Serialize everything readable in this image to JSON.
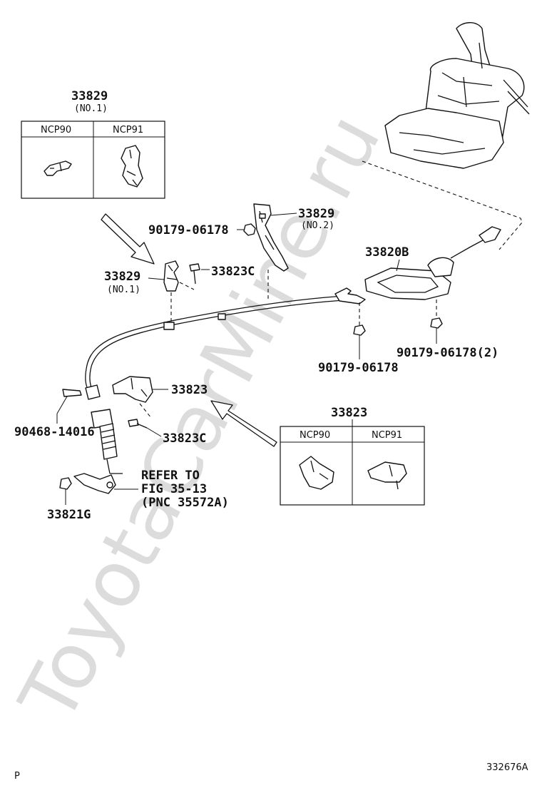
{
  "watermark": "ToyotaCarMine.ru",
  "labels": {
    "p33829_top": "33829",
    "p33829_top_sub": "(NO.1)",
    "p33829_no2": "33829",
    "p33829_no2_sub": "(NO.2)",
    "p90179_upper": "90179-06178",
    "p33820b": "33820B",
    "p33829_mid": "33829",
    "p33829_mid_sub": "(NO.1)",
    "p33823c_upper": "33823C",
    "p90179_center": "90179-06178",
    "p90179_right": "90179-06178(2)",
    "p33823": "33823",
    "p90468": "90468-14016",
    "p33823c_lower": "33823C",
    "p33823_box": "33823",
    "refer_line1": "REFER TO",
    "refer_line2": "FIG 35-13",
    "refer_line3": "(PNC 35572A)",
    "p33821g": "33821G"
  },
  "variant_tables": {
    "top": {
      "col1": "NCP90",
      "col2": "NCP91"
    },
    "bottom": {
      "col1": "NCP90",
      "col2": "NCP91"
    }
  },
  "footer": {
    "left": "P",
    "right": "332676A"
  }
}
